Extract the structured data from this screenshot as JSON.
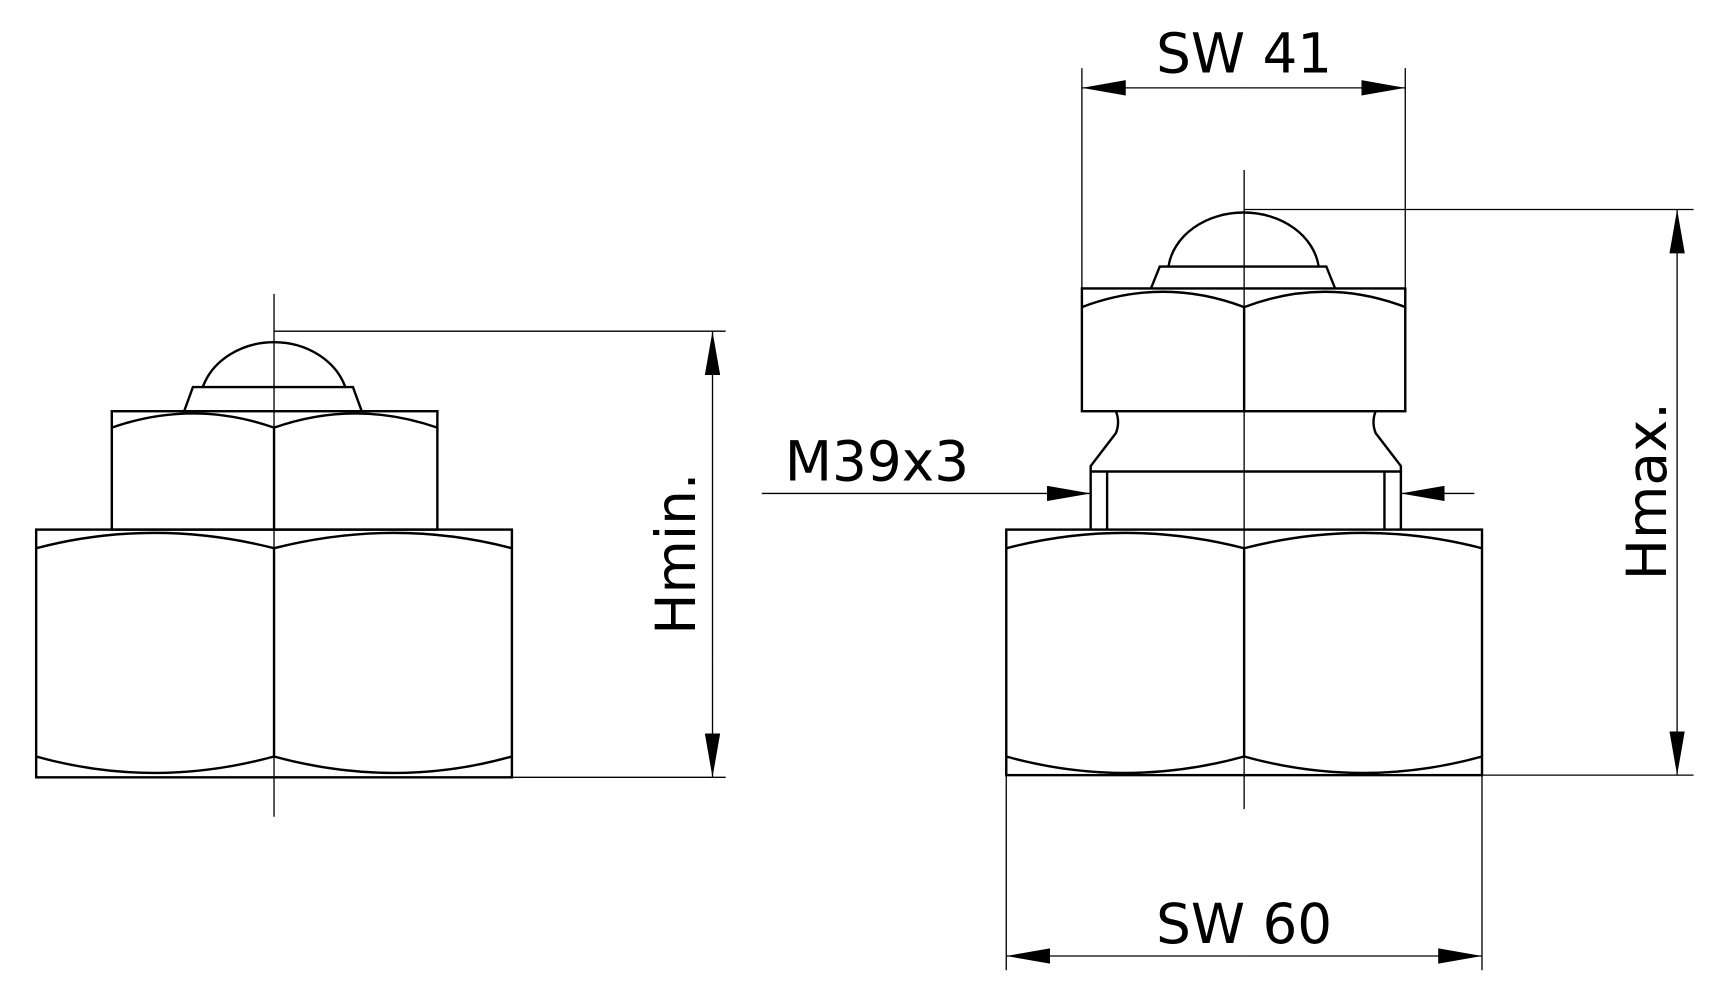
{
  "drawing": {
    "left_view": {
      "height_label": "Hmin."
    },
    "right_view": {
      "top_width_label": "SW 41",
      "bottom_width_label": "SW 60",
      "thread_label": "M39x3",
      "height_label": "Hmax."
    }
  }
}
